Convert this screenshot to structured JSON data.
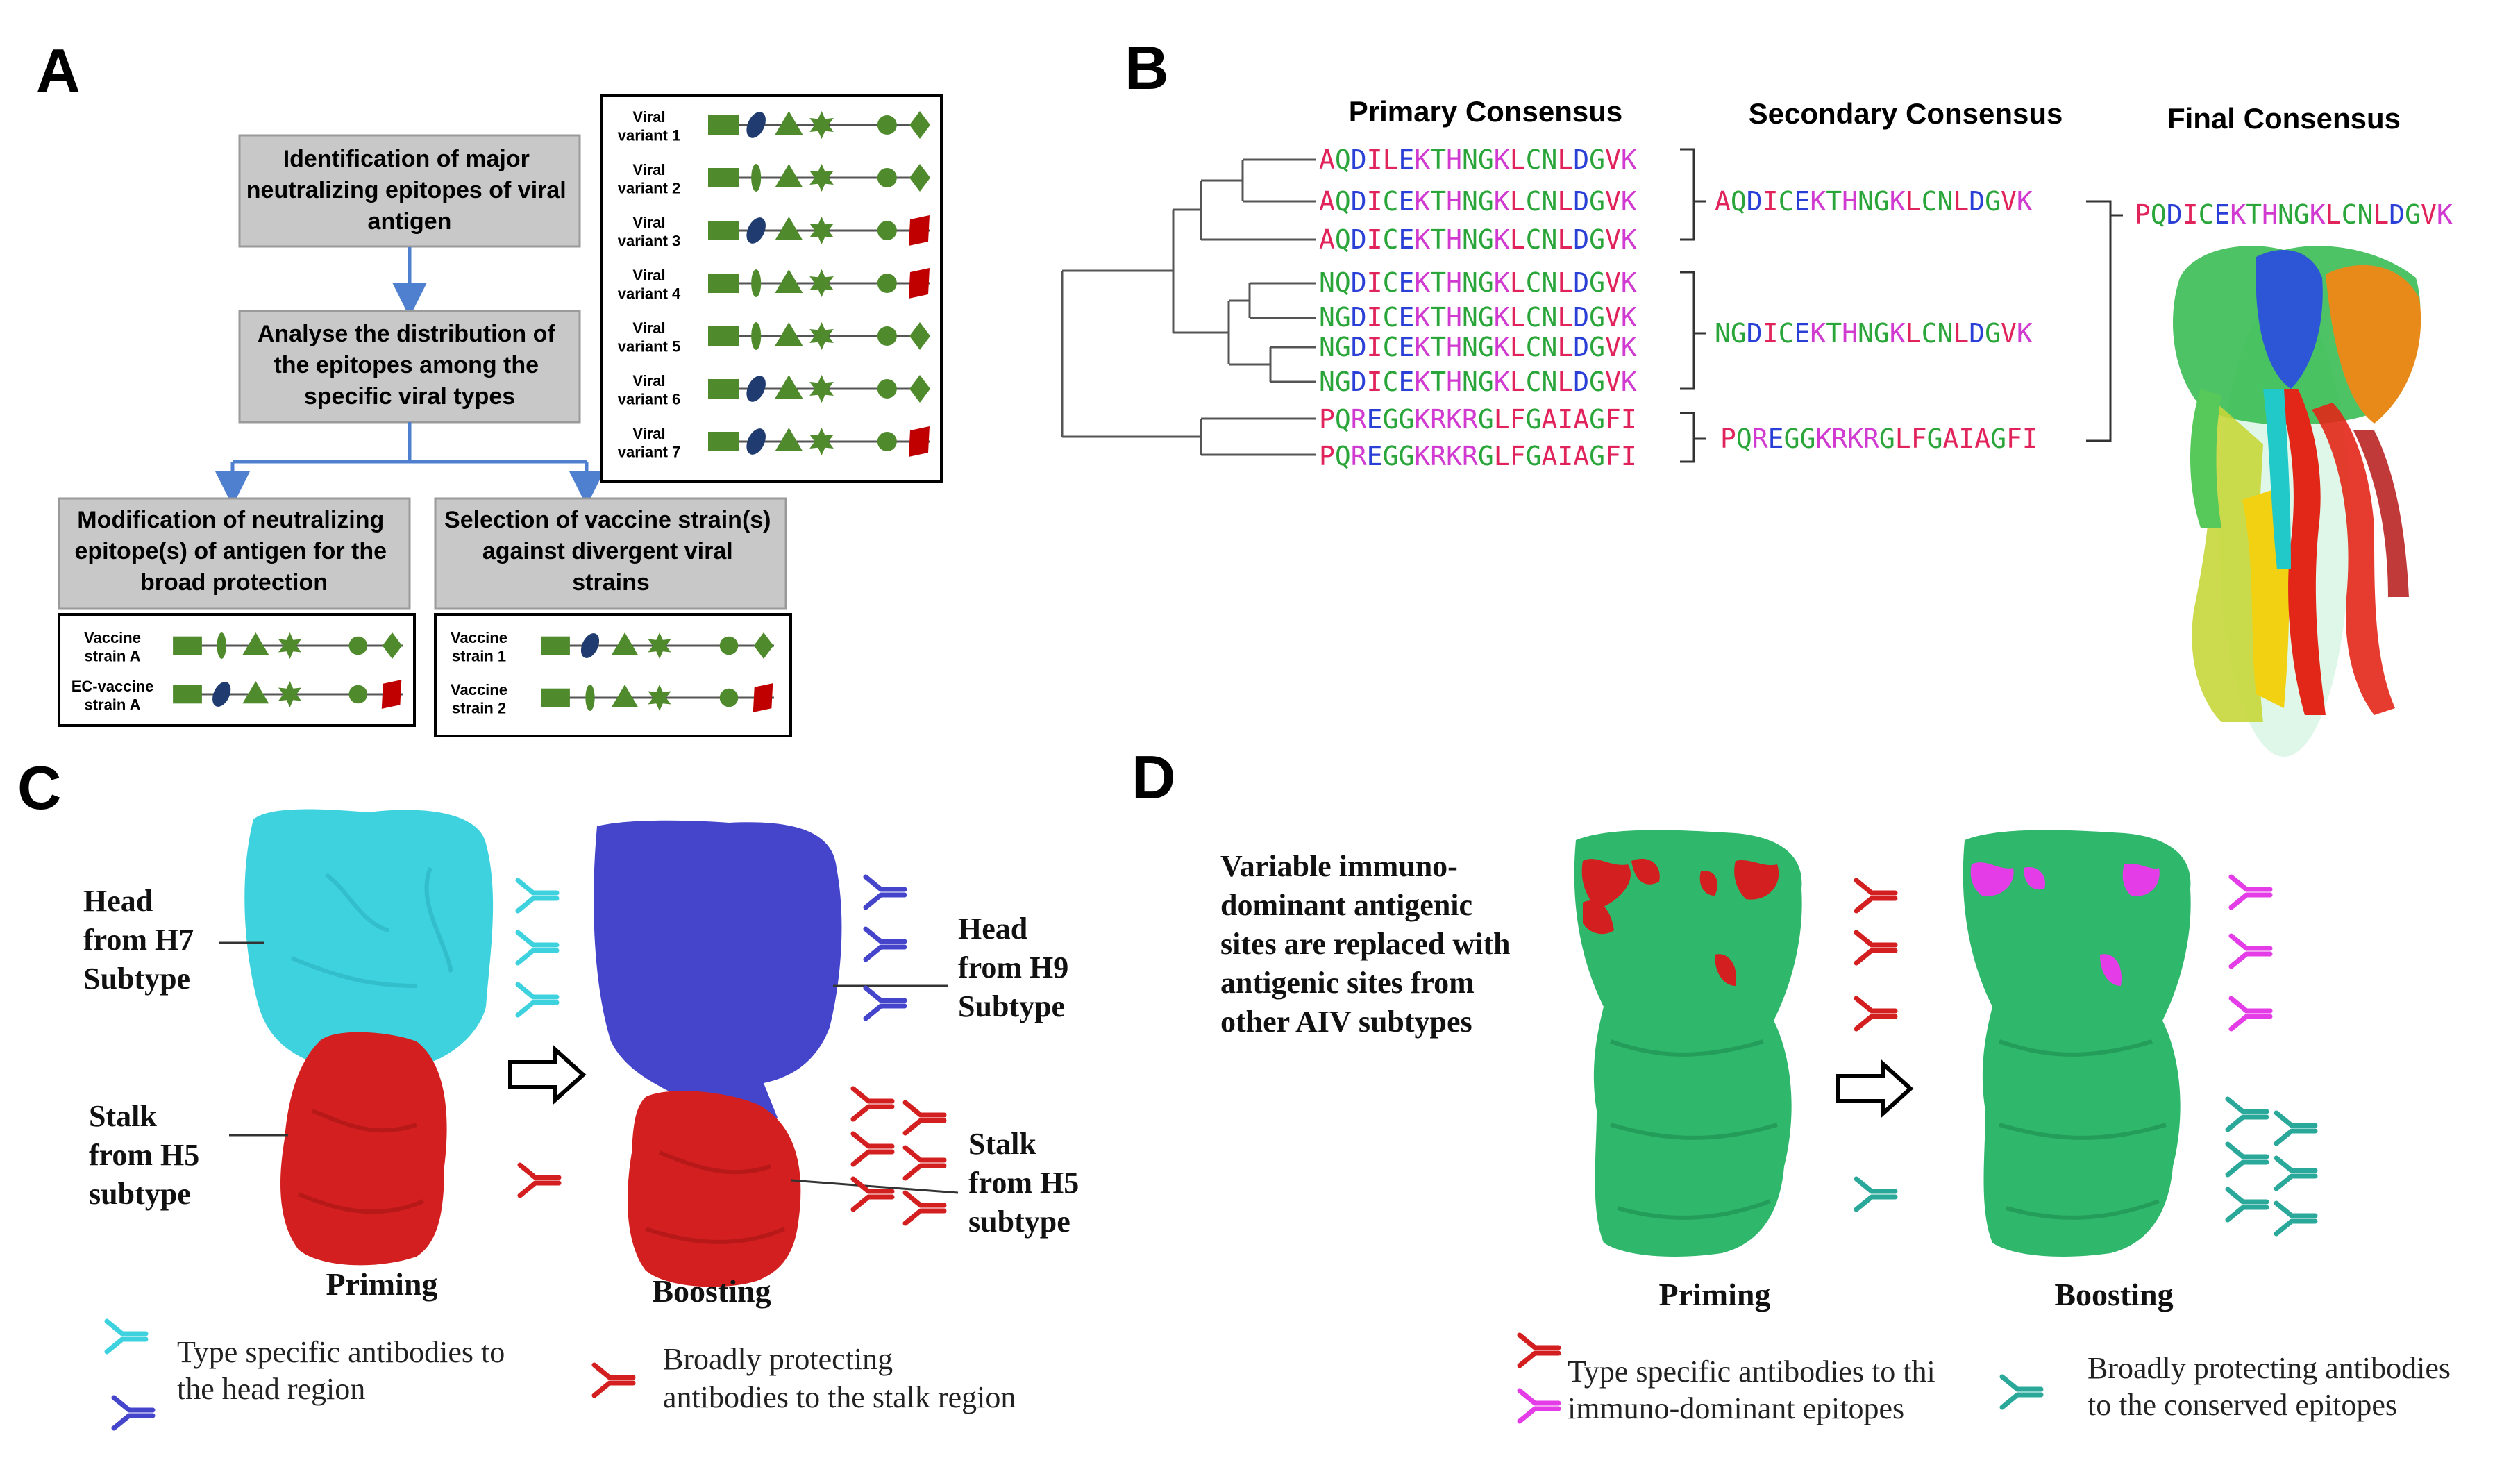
{
  "panel_a": {
    "letter": "A",
    "box1": [
      "Identification of major",
      "neutralizing epitopes of viral",
      "antigen"
    ],
    "box2": [
      "Analyse the distribution of",
      "the epitopes among the",
      "specific viral types"
    ],
    "box3": [
      "Modification of neutralizing",
      "epitope(s) of antigen for the",
      "broad protection"
    ],
    "box4": [
      "Selection of vaccine strain(s)",
      "against divergent viral",
      "strains"
    ],
    "variants": [
      {
        "line1": "Viral",
        "line2": "variant 1",
        "mut": [
          0,
          0
        ]
      },
      {
        "line1": "Viral",
        "line2": "variant 2",
        "mut": [
          1,
          0
        ]
      },
      {
        "line1": "Viral",
        "line2": "variant 3",
        "mut": [
          0,
          1
        ]
      },
      {
        "line1": "Viral",
        "line2": "variant 4",
        "mut": [
          1,
          1
        ]
      },
      {
        "line1": "Viral",
        "line2": "variant 5",
        "mut": [
          1,
          0
        ]
      },
      {
        "line1": "Viral",
        "line2": "variant 6",
        "mut": [
          0,
          0
        ]
      },
      {
        "line1": "Viral",
        "line2": "variant 7",
        "mut": [
          0,
          1
        ]
      }
    ],
    "strains_left": [
      {
        "line1": "Vaccine",
        "line2": "strain A",
        "mut": [
          1,
          0
        ]
      },
      {
        "line1": "EC-vaccine",
        "line2": "strain A",
        "mut": [
          0,
          1
        ]
      }
    ],
    "strains_right": [
      {
        "line1": "Vaccine",
        "line2": "strain 1",
        "mut": [
          0,
          0
        ]
      },
      {
        "line1": "Vaccine",
        "line2": "strain 2",
        "mut": [
          1,
          1
        ]
      }
    ]
  },
  "panel_b": {
    "letter": "B",
    "primary_title": "Primary Consensus",
    "secondary_title": "Secondary Consensus",
    "final_title": "Final Consensus",
    "primary": [
      "AQDILEKTHNGKLCNLDGVK",
      "AQDICEKTHNGKLCNLDGVK",
      "AQDICEKTHNGKLCNLDGVK",
      "NQDICEKTHNGKLCNLDGVK",
      "NGDICEKTHNGKLCNLDGVK",
      "NGDICEKTHNGKLCNLDGVK",
      "NGDICEKTHNGKLCNLDGVK",
      "PQREGGKRKRGLFGAIAGFI",
      "PQREGGKRKRGLFGAIAGFI"
    ],
    "secondary": [
      "AQDICEKTHNGKLCNLDGVK",
      "NGDICEKTHNGKLCNLDGVK",
      "PQREGGKRKRGLFGAIAGFI"
    ],
    "final": "PQDICEKTHNGKLCNLDGVK"
  },
  "panel_c": {
    "letter": "C",
    "head_label": [
      "Head",
      "from H7",
      "Subtype"
    ],
    "stalk_label": [
      "Stalk",
      "from H5",
      "subtype"
    ],
    "head2_label": [
      "Head",
      "from H9",
      "Subtype"
    ],
    "stalk2_label": [
      "Stalk",
      "from H5",
      "subtype"
    ],
    "priming": "Priming",
    "boosting": "Boosting",
    "legend_left": [
      "Type specific antibodies to",
      "the head region"
    ],
    "legend_right": [
      "Broadly protecting",
      "antibodies to the stalk region"
    ]
  },
  "panel_d": {
    "letter": "D",
    "description": [
      "Variable immuno-",
      "dominant antigenic",
      "sites are replaced with",
      "antigenic sites from",
      "other AIV subtypes"
    ],
    "priming": "Priming",
    "boosting": "Boosting",
    "legend_left": [
      "Type specific antibodies to thi",
      "immuno-dominant epitopes"
    ],
    "legend_right": [
      "Broadly protecting antibodies",
      "to the conserved epitopes"
    ]
  },
  "colors": {
    "grey_box": "#c8c8c8",
    "shape_green": "#4f8a2c",
    "mut_blue": "#1f3b6f",
    "mut_red": "#c00000",
    "arrow_blue": "#4f7fcf",
    "cyan": "#3ed2de",
    "blue": "#4545cc",
    "red": "#d31f1f",
    "green": "#2fb86c",
    "magenta": "#e43ce6",
    "teal": "#2aa89a"
  }
}
